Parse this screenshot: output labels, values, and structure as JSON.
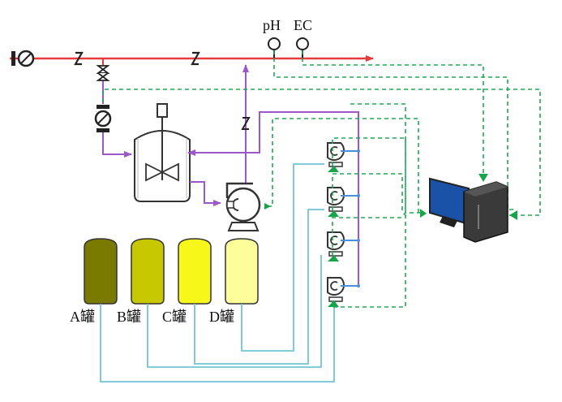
{
  "sensors": {
    "ph_label": "pH",
    "ec_label": "EC"
  },
  "tanks": [
    {
      "label": "A罐",
      "color": "#7a7a00"
    },
    {
      "label": "B罐",
      "color": "#c8c800"
    },
    {
      "label": "C罐",
      "color": "#f7f71a"
    },
    {
      "label": "D罐",
      "color": "#fdfd9a"
    }
  ],
  "colors": {
    "main_pipe": "#e83a3a",
    "mix_pipe": "#9b58c8",
    "signal_line": "#22a855",
    "signal_arrow": "#18a44a",
    "nutrient_line": "#72c4d4",
    "equipment": "#333333",
    "monitor_screen": "#1a52a8",
    "computer_case": "#3a3a3a"
  },
  "icons": {
    "inlet_pump": "pump-icon",
    "check_valve": "check-valve-icon",
    "gate_valve": "gate-valve-icon",
    "mixing_tank": "mixing-tank-icon",
    "dosing_pump": "dosing-pump-icon",
    "computer": "computer-icon"
  }
}
